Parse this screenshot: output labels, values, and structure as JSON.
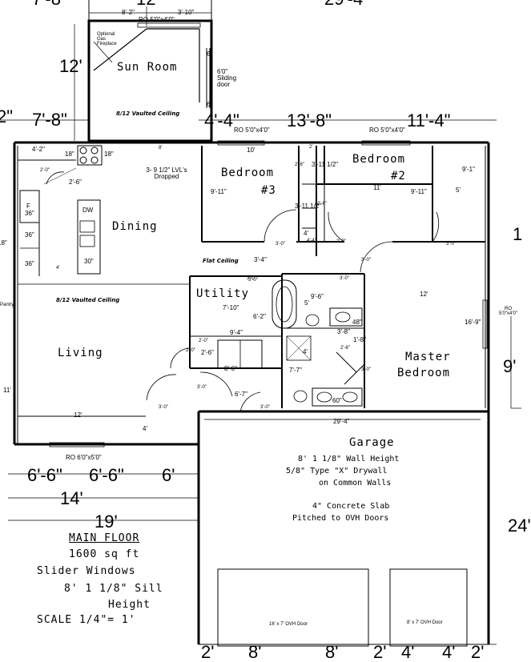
{
  "top_dims": {
    "d1": "7'-8\"",
    "d2": "12'",
    "d3": "29'-4\""
  },
  "sunroom": {
    "name": "Sun Room",
    "dim_height": "12'",
    "dim_width": "8'-2\"",
    "dim_right": "3'-10\"",
    "window": "RO 5'0\"x4'0\"",
    "fireplace": "Optional Gas Fireplace",
    "sliding_door": "6'0\" Sliding door",
    "door_dim": "6'",
    "door_dim2": "6'",
    "ceiling": "8/12 Vaulted Ceiling"
  },
  "left_dims": {
    "d1": "2\"",
    "d2": "7'-8\""
  },
  "upper_dims": {
    "d1": "4'-4\"",
    "d2": "13'-8\"",
    "d3": "11'-4\""
  },
  "windows": {
    "bedroom3_window": "RO 5'0\"x4'0\"",
    "bedroom2_window": "RO 5'0\"x4'0\"",
    "master_window": "RO 5'0\"x4'0\"",
    "living_window": "RO 6'0\"x5'0\""
  },
  "kitchen": {
    "dim1": "4'-2\"",
    "dim2": "18\"",
    "dim3": "18\"",
    "dim4": "8'",
    "dim5": "2'-0\"",
    "dim6": "2'-6\"",
    "lvl": "3- 9 1/2\" LVL's Dropped",
    "dw": "DW",
    "fridge": "F",
    "fridge_w": "36\"",
    "c36a": "36\"",
    "c36b": "36\"",
    "c30": "30\"",
    "dim_4": "4'",
    "c18": "18\"",
    "pantry": "Pantry"
  },
  "dining": {
    "name": "Dining",
    "living_name": "Living",
    "living_dim": "12'",
    "vaulted": "8/12 Vaulted Ceiling",
    "living_11": "11'"
  },
  "bedroom3": {
    "name1": "Bedroom",
    "name2": "#3",
    "dim_w": "10'",
    "dim_h": "9'-11\"",
    "dim_closet": "2'-6\"",
    "dim_a": "2'",
    "dim_b": "3'-11 1/2\"",
    "dim_c": "3'-11 1/2\"",
    "dim_d": "2'-6\"",
    "dim_e": "3'-0\"",
    "dim_f": "2'-0\"",
    "dim_g": "4'",
    "dim_h2": "4'-4\""
  },
  "bedroom2": {
    "name1": "Bedroom",
    "name2": "#2",
    "dim_w": "11'",
    "dim_h": "9'-11\"",
    "dim_h2": "9'-1\"",
    "dim_5": "5'",
    "dim_door": "3'-0\""
  },
  "hall": {
    "flat": "Flat Ceiling",
    "dim": "3'-4\"",
    "door1": "3'-0\"",
    "door2": "3'-0\""
  },
  "utility": {
    "name": "Utility",
    "dim_w": "7'-10\"",
    "dim_h": "6'-2\"",
    "dim_94": "9'-4\"",
    "dim_26": "2'-6\"",
    "dim_86": "8'-6\"",
    "dim_20": "2'-0\"",
    "dim_20b": "2'-0\"",
    "door": "3'-0\"",
    "dim_67": "6'-7\"",
    "door2": "3'-0\"",
    "door3": "3'-0\"",
    "dim_4": "4'"
  },
  "bath": {
    "dim_96": "9'-6\"",
    "dim_5": "5'",
    "dim_38": "3'-8\"",
    "dim_48": "48\"",
    "dim_18": "1'-8\"",
    "dim_4": "4'",
    "dim_77": "7'-7\"",
    "dim_60": "60\"",
    "dim_26": "2'-6\"",
    "dim_30": "3'-0\"",
    "dim_30b": "3'-0\""
  },
  "master": {
    "name1": "Master",
    "name2": "Bedroom",
    "dim_w": "12'",
    "dim_h": "16'-9\"",
    "window_side": "RO 5'0\"x4'0\"",
    "dim_9": "9'"
  },
  "garage": {
    "name": "Garage",
    "dim_w": "29'-4\"",
    "note1": "8' 1 1/8\" Wall Height",
    "note2": "5/8\" Type \"X\" Drywall",
    "note3": "on Common Walls",
    "note4": "4\" Concrete Slab",
    "note5": "Pitched to OVH Doors",
    "door1": "16' x 7' OVH Door",
    "door2": "8' x 7' OVH Door",
    "dim_right": "24'"
  },
  "bottom_dims": {
    "a1": "6'-6\"",
    "a2": "6'-6\"",
    "a3": "6'",
    "b": "14'",
    "c": "19'"
  },
  "garage_dims": {
    "g1": "2'",
    "g2": "8'",
    "g3": "8'",
    "g4": "2'",
    "g5": "4'",
    "g6": "4'",
    "g7": "2'"
  },
  "right_dims": {
    "r1": "1",
    "r2": "9'",
    "r3": "2"
  },
  "left_misc": {
    "l1": "4'",
    "l2": "18\"",
    "l3": "18",
    "l4": "11'"
  },
  "info": {
    "title": "MAIN FLOOR",
    "sqft": "1600 sq ft",
    "windows": "Slider Windows",
    "sill": "8' 1 1/8\" Sill",
    "height": "Height",
    "scale": "SCALE 1/4\"= 1'"
  }
}
